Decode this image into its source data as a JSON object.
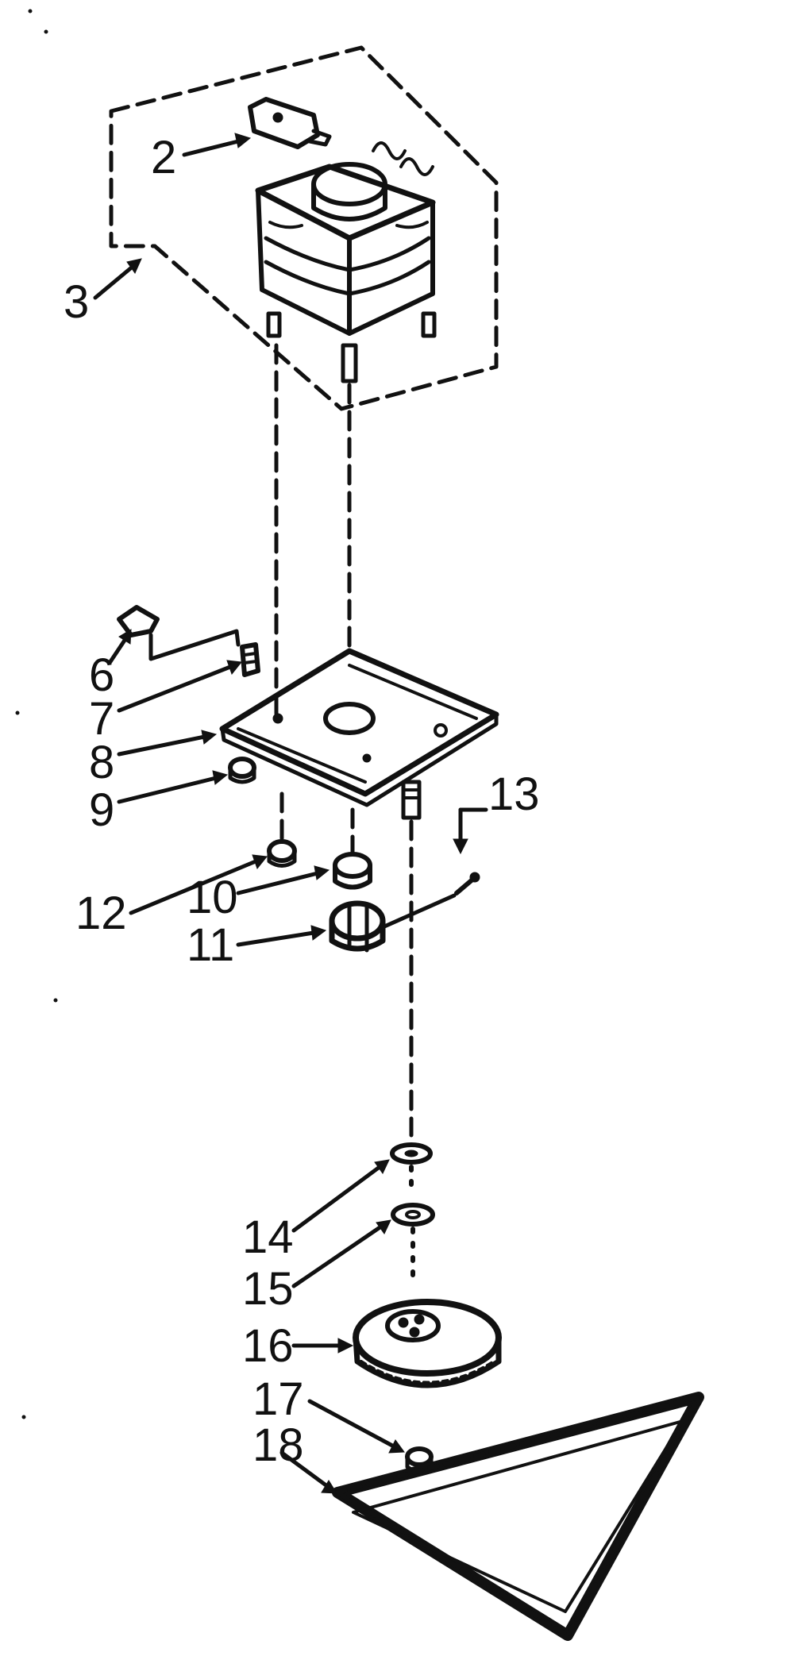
{
  "diagram": {
    "callouts": [
      "2",
      "3",
      "6",
      "7",
      "8",
      "9",
      "10",
      "11",
      "12",
      "13",
      "14",
      "15",
      "16",
      "17",
      "18"
    ]
  },
  "colors": {
    "ink": "#111111",
    "paper": "#ffffff"
  }
}
